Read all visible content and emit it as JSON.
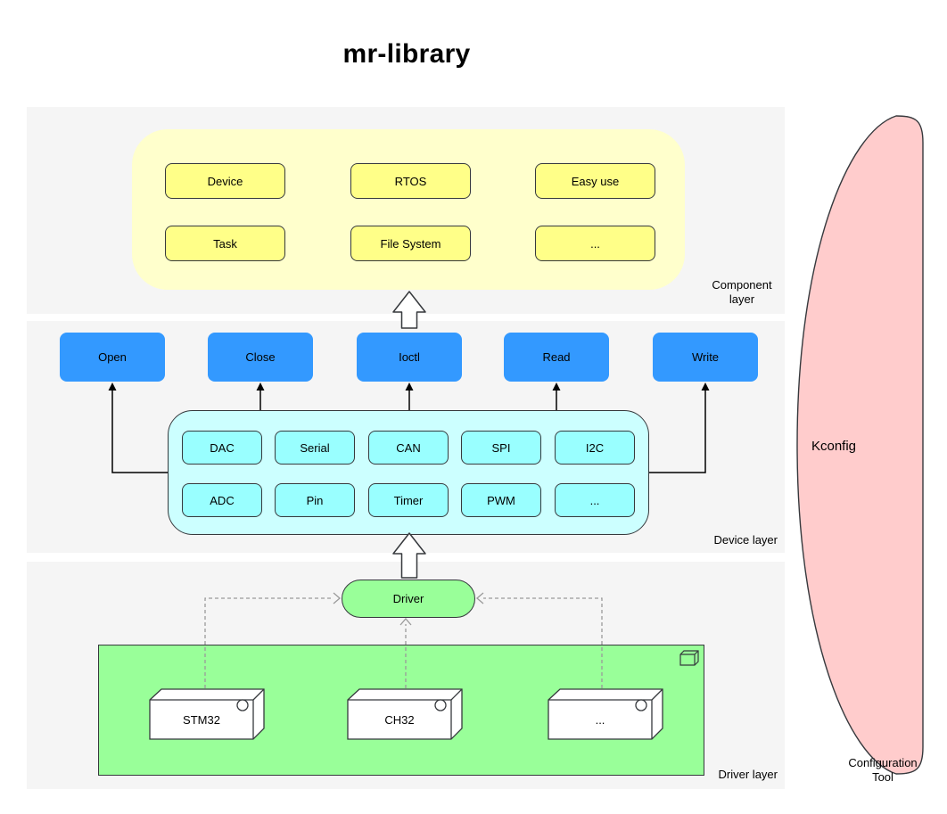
{
  "title": "mr-library",
  "component_layer": {
    "label": "Component layer",
    "boxes": [
      "Device",
      "RTOS",
      "Easy use",
      "Task",
      "File System",
      "..."
    ]
  },
  "device_layer": {
    "label": "Device layer",
    "api_boxes": [
      "Open",
      "Close",
      "Ioctl",
      "Read",
      "Write"
    ],
    "device_boxes": [
      "DAC",
      "Serial",
      "CAN",
      "SPI",
      "I2C",
      "ADC",
      "Pin",
      "Timer",
      "PWM",
      "..."
    ]
  },
  "driver_layer": {
    "label": "Driver layer",
    "driver_label": "Driver",
    "mcu_boxes": [
      "STM32",
      "CH32",
      "..."
    ]
  },
  "configuration": {
    "tool_name": "Kconfig",
    "label": "Configuration Tool"
  },
  "colors": {
    "layer_band": "#f5f5f5",
    "component_container": "#ffffcc",
    "component_box": "#ffff88",
    "api_box": "#3399ff",
    "device_container": "#ccffff",
    "device_box": "#99ffff",
    "driver_green": "#99ff99",
    "config_pink": "#ffcccc",
    "shape_stroke": "#36393d"
  }
}
